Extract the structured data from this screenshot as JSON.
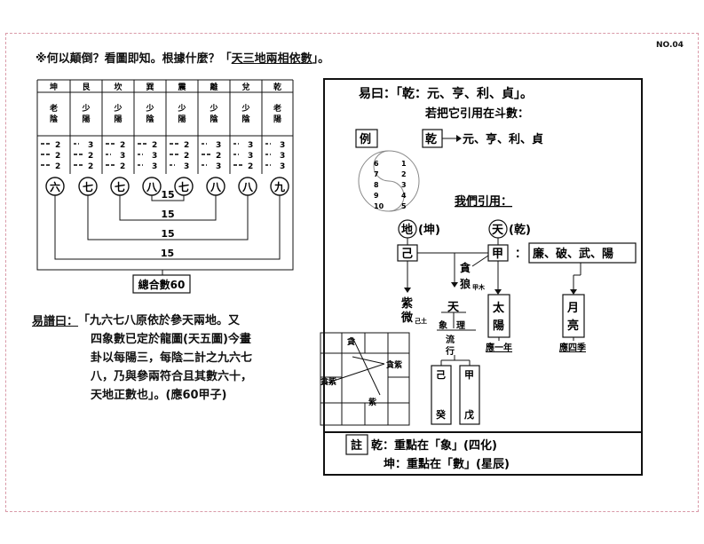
{
  "page_no": "NO.04",
  "header": {
    "prefix": "※何以顛倒？看圖即知。根據什麼？「",
    "emph": "天三地兩相依數",
    "suffix": "」。"
  },
  "trigram_table": {
    "names": [
      "坤",
      "艮",
      "坎",
      "巽",
      "震",
      "離",
      "兌",
      "乾"
    ],
    "yinyang": [
      [
        "老",
        "陰"
      ],
      [
        "少",
        "陽"
      ],
      [
        "少",
        "陽"
      ],
      [
        "少",
        "陰"
      ],
      [
        "少",
        "陽"
      ],
      [
        "少",
        "陰"
      ],
      [
        "少",
        "陰"
      ],
      [
        "老",
        "陽"
      ]
    ],
    "circle_nums": [
      "六",
      "七",
      "七",
      "八",
      "七",
      "八",
      "八",
      "九"
    ],
    "pair_sums": [
      "15",
      "15",
      "15",
      "15"
    ],
    "total": "總合數60",
    "marks": [
      "2",
      "3"
    ]
  },
  "yipu": {
    "label": "易譜曰：",
    "lines": [
      "「九六七八原依於參天兩地。又",
      "四象數已定於龍圖(天五圖)今畫",
      "卦以每陽三，每陰二計之九六七",
      "八，乃與參兩符合且其數六十，",
      "天地正數也」。(應60甲子)"
    ]
  },
  "panel": {
    "yiyue": "易曰：「乾：元、亨、利、貞」。",
    "ifquote": "若把它引用在斗數：",
    "example_label": "例",
    "qian": "乾",
    "example_rest": "元、亨、利、貞",
    "yinyang_left": [
      "6",
      "7",
      "8",
      "9",
      "10"
    ],
    "yinyang_right": [
      "1",
      "2",
      "3",
      "4",
      "5"
    ],
    "women": "我們引用：",
    "di": "地",
    "kun": "(坤)",
    "tian": "天",
    "qian2": "(乾)",
    "ji": "己",
    "jia": "甲",
    "colon": "：",
    "four_stars": "廉、破、武、陽",
    "tanlang1": "貪",
    "tanlang2": "狼",
    "jiamu": "甲木",
    "ziwei1": "紫",
    "ziwei2": "微",
    "jitu": "己土",
    "tian_small": "天",
    "xiang": "象",
    "li": "理",
    "liuxing1": "流",
    "liuxing2": "行",
    "taiyang1": "太",
    "taiyang2": "陽",
    "ying_yinian": "應一年",
    "yueliang1": "月",
    "yueliang2": "亮",
    "ying_siji": "應四季",
    "col_ji": "己",
    "col_gui": "癸",
    "col_jia": "甲",
    "col_wu": "戊",
    "note_label": "註",
    "note1": "乾：重點在「象」(四化)",
    "note2": "坤：重點在「數」(星辰)"
  },
  "chart_grid": {
    "tan": "貪",
    "tanzi_right": "貪紫",
    "tanzi_left": "貪紫",
    "zi": "紫"
  }
}
